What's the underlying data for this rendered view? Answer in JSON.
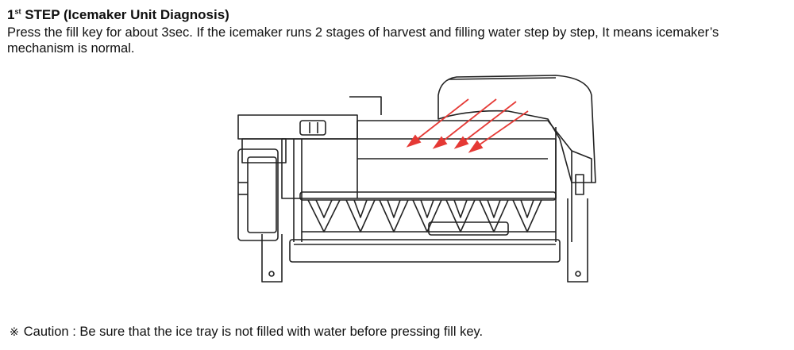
{
  "step": {
    "number": "1",
    "ordinal": "st",
    "title": " STEP (Icemaker Unit Diagnosis)"
  },
  "description": "Press the fill key for about 3sec. If the icemaker runs 2 stages of harvest and filling water step by step, It means icemaker’s mechanism is normal.",
  "caution": {
    "symbol": "※",
    "text": "Caution : Be sure that the ice tray is not filled with water before pressing fill key."
  },
  "figure": {
    "icon": "icemaker-diagram",
    "arrow_color": "#e53935"
  }
}
